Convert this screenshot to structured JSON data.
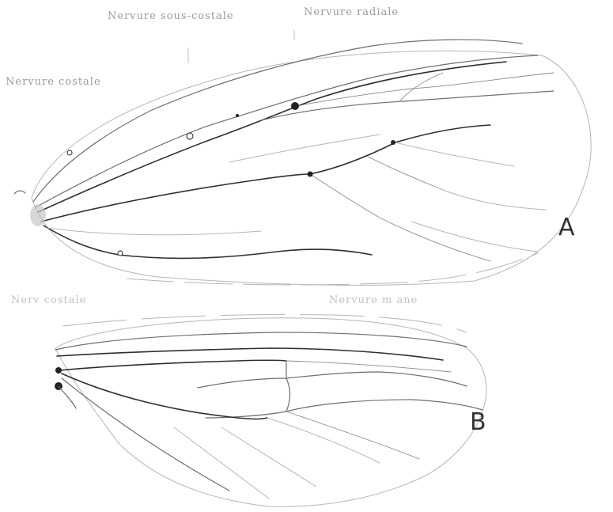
{
  "labels": {
    "subcostal": "Nervure sous-costale",
    "radial": "Nervure radiale",
    "costal": "Nervure costale",
    "costal_b": "Nerv costale",
    "median_b": "Nervure m ane"
  },
  "figure_letters": {
    "forewing": "A",
    "hindwing": "B"
  }
}
